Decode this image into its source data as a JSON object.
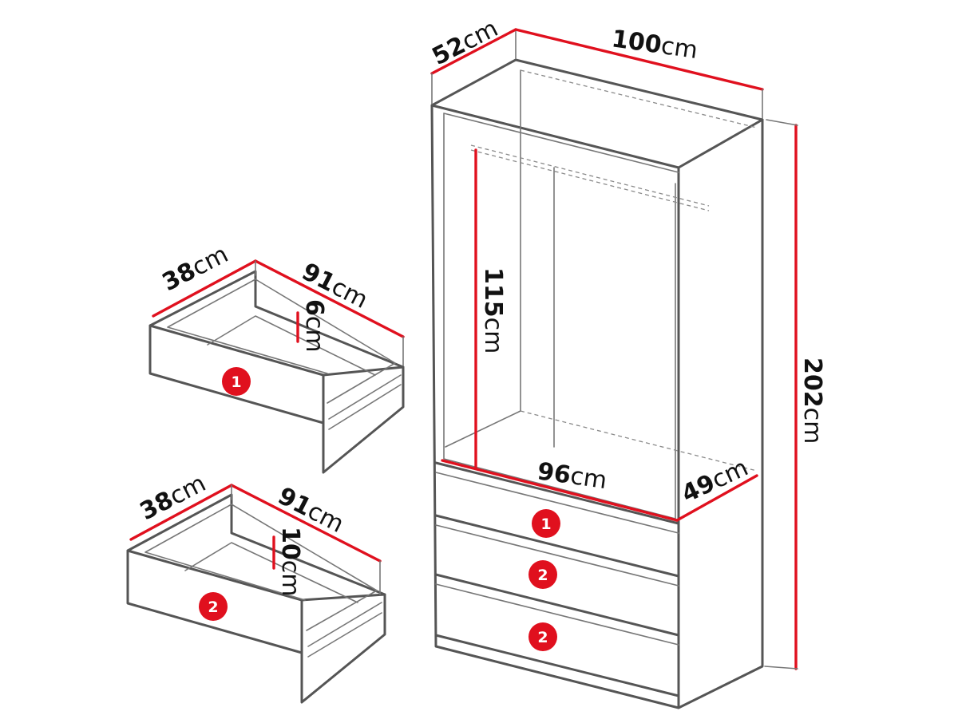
{
  "wardrobe": {
    "width": {
      "value": "100",
      "unit": "cm"
    },
    "depth": {
      "value": "52",
      "unit": "cm"
    },
    "height": {
      "value": "202",
      "unit": "cm"
    },
    "hanging_height": {
      "value": "115",
      "unit": "cm"
    },
    "inner_width": {
      "value": "96",
      "unit": "cm"
    },
    "inner_depth": {
      "value": "49",
      "unit": "cm"
    },
    "drawer_badges": [
      "1",
      "2",
      "2"
    ]
  },
  "drawer1": {
    "badge": "1",
    "depth": {
      "value": "38",
      "unit": "cm"
    },
    "width": {
      "value": "91",
      "unit": "cm"
    },
    "height": {
      "value": "6",
      "unit": "cm"
    }
  },
  "drawer2": {
    "badge": "2",
    "depth": {
      "value": "38",
      "unit": "cm"
    },
    "width": {
      "value": "91",
      "unit": "cm"
    },
    "height": {
      "value": "10",
      "unit": "cm"
    }
  },
  "colors": {
    "dimension": "#e0101e",
    "outline": "#555555",
    "badge_text": "#ffffff"
  }
}
